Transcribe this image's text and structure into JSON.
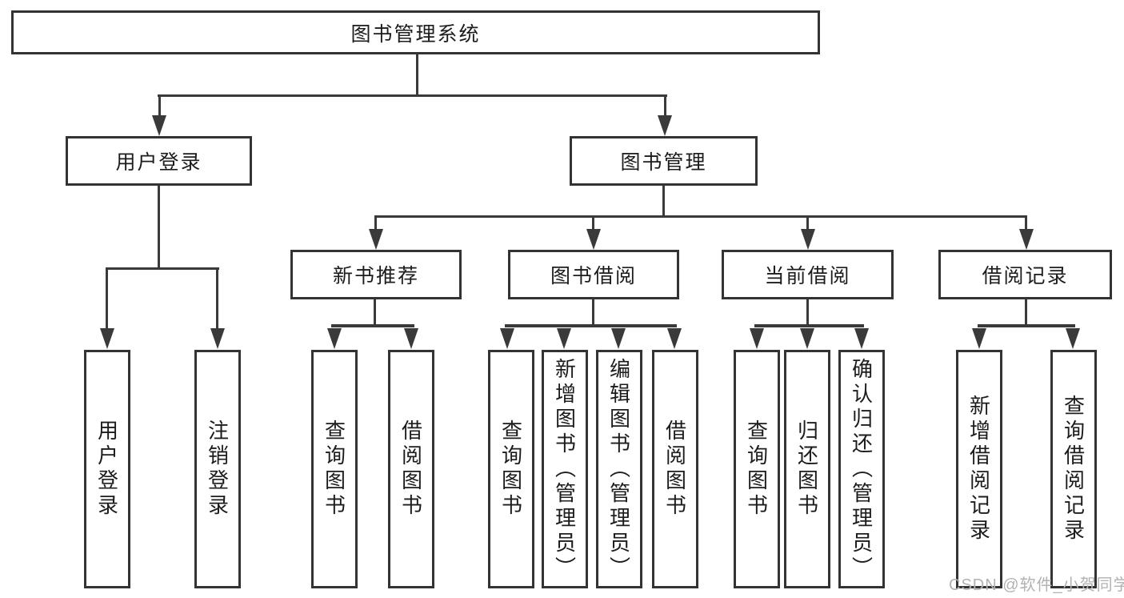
{
  "colors": {
    "background": "#ffffff",
    "line": "#3a3a3a",
    "box_border": "#333333",
    "text": "#1c1c1c",
    "watermark": "#b2b2b2"
  },
  "watermark": "CSDN @软件_小贺同学",
  "tree": {
    "root": {
      "label": "图书管理系统"
    },
    "level2": [
      {
        "label": "用户登录"
      },
      {
        "label": "图书管理"
      }
    ],
    "level3": [
      {
        "label": "新书推荐"
      },
      {
        "label": "图书借阅"
      },
      {
        "label": "当前借阅"
      },
      {
        "label": "借阅记录"
      }
    ],
    "leaves": [
      {
        "label": "用户登录"
      },
      {
        "label": "注销登录"
      },
      {
        "label": "查询图书"
      },
      {
        "label": "借阅图书"
      },
      {
        "label": "查询图书"
      },
      {
        "label": "新增图书（管理员）"
      },
      {
        "label": "编辑图书（管理员）"
      },
      {
        "label": "借阅图书"
      },
      {
        "label": "查询图书"
      },
      {
        "label": "归还图书"
      },
      {
        "label": "确认归还（管理员）"
      },
      {
        "label": "新增借阅记录"
      },
      {
        "label": "查询借阅记录"
      }
    ]
  }
}
